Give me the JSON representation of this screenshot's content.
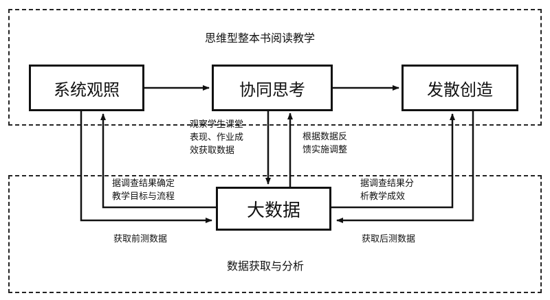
{
  "regions": {
    "top_title": "思维型整本书阅读教学",
    "bottom_title": "数据获取与分析"
  },
  "nodes": {
    "system": "系统观照",
    "think": "协同思考",
    "create": "发散创造",
    "bigdata": "大数据"
  },
  "labels": {
    "observe": [
      "观察学生课堂",
      "表现、作业成",
      "效获取数据"
    ],
    "feedback": [
      "根据数据反",
      "馈实施调整"
    ],
    "survey_left": [
      "据调查结果确定",
      "教学目标与流程"
    ],
    "survey_right": [
      "据调查结果分",
      "析教学成效"
    ],
    "pretest": "获取前测数据",
    "posttest": "获取后测数据"
  }
}
